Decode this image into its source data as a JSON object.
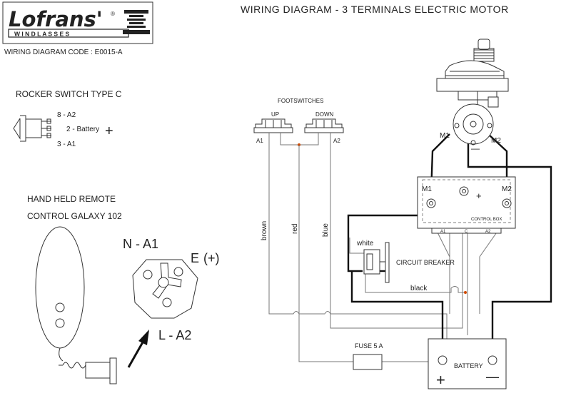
{
  "header": {
    "title": "WIRING DIAGRAM - 3 TERMINALS  ELECTRIC  MOTOR",
    "diagram_code": "WIRING DIAGRAM CODE : E0015-A"
  },
  "logo": {
    "brand": "Lofrans'",
    "registered": "®",
    "tagline": "W I N D L A S S E S"
  },
  "rocker_switch": {
    "title": "ROCKER SWITCH TYPE C",
    "pin_top": "8 - A2",
    "pin_mid": "2 - Battery",
    "pin_bottom": "3 - A1",
    "plus": "+"
  },
  "remote": {
    "title_line1": "HAND HELD REMOTE",
    "title_line2": "CONTROL GALAXY 102",
    "pin_n": "N - A1",
    "pin_e": "E",
    "pin_e_sign": "(+)",
    "pin_l": "L - A2"
  },
  "footswitches": {
    "title": "FOOTSWITCHES",
    "up": "UP",
    "down": "DOWN",
    "a1": "A1",
    "a2": "A2"
  },
  "wires": {
    "brown": "brown",
    "red": "red",
    "blue": "blue",
    "white": "white",
    "black": "black"
  },
  "motor": {
    "m1": "M1",
    "m2": "M2",
    "minus": "—"
  },
  "control_box": {
    "title": "CONTROL BOX",
    "m1": "M1",
    "m2": "M2",
    "plus": "+",
    "term_a1": "A1",
    "term_c": "C",
    "term_a2": "A2"
  },
  "circuit_breaker": {
    "label": "CIRCUIT BREAKER"
  },
  "fuse": {
    "label": "FUSE 5 A"
  },
  "battery": {
    "label": "BATTERY",
    "plus": "+",
    "minus": "—"
  }
}
